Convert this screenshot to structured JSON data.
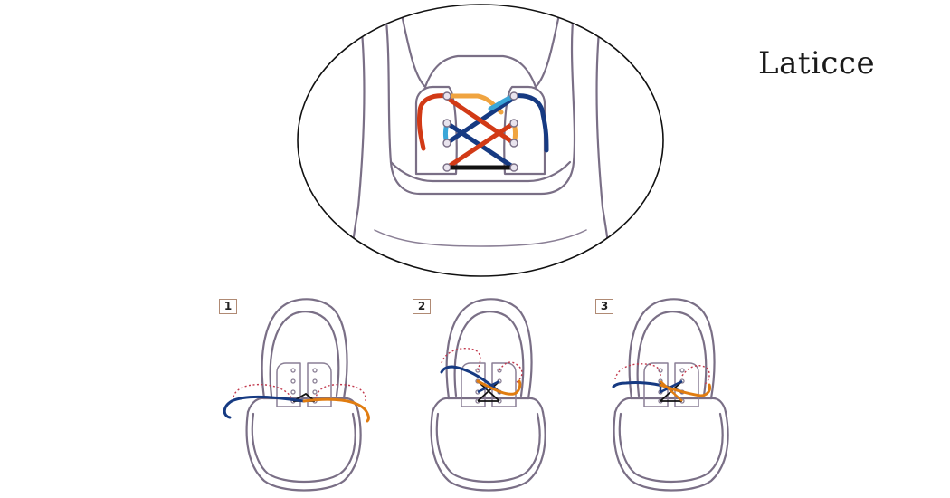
{
  "title": "Laticce",
  "steps": [
    {
      "number": "1"
    },
    {
      "number": "2"
    },
    {
      "number": "3"
    }
  ],
  "colors": {
    "outline": "#7a6f86",
    "lace_red": "#d23a16",
    "lace_orange": "#e07c10",
    "lace_dark_blue": "#163a82",
    "lace_light_blue": "#3aa6d8",
    "lace_light_orange": "#f0a440",
    "lace_black": "#111111",
    "lace_guide_dotted": "#c23a4e"
  }
}
